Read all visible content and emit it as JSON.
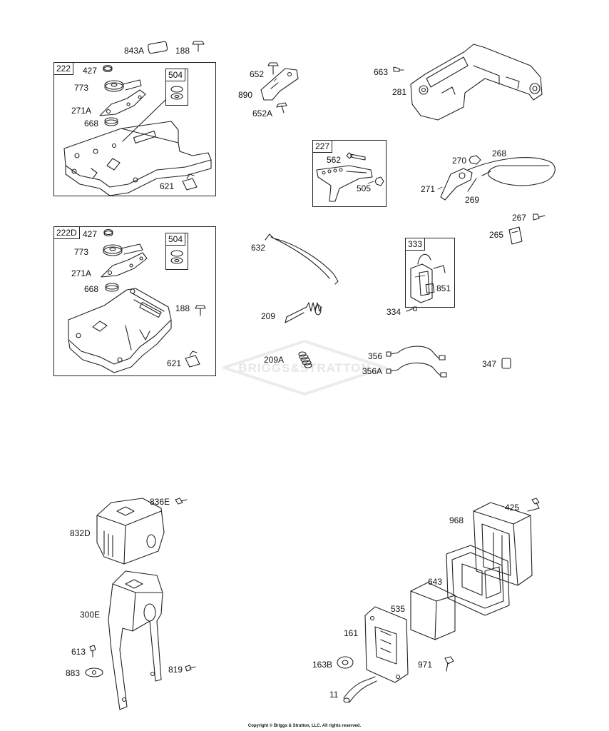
{
  "diagram": {
    "boxes": [
      {
        "id": "box-222",
        "label": "222"
      },
      {
        "id": "box-504-a",
        "label": "504"
      },
      {
        "id": "box-222D",
        "label": "222D"
      },
      {
        "id": "box-504-b",
        "label": "504"
      },
      {
        "id": "box-227",
        "label": "227"
      },
      {
        "id": "box-333",
        "label": "333"
      }
    ],
    "labels": {
      "p843A": "843A",
      "p188a": "188",
      "p427a": "427",
      "p773a": "773",
      "p271Aa": "271A",
      "p668a": "668",
      "p621a": "621",
      "p427b": "427",
      "p773b": "773",
      "p271Ab": "271A",
      "p668b": "668",
      "p188b": "188",
      "p621b": "621",
      "p652": "652",
      "p890": "890",
      "p652A": "652A",
      "p663": "663",
      "p281": "281",
      "p562": "562",
      "p505": "505",
      "p270": "270",
      "p268": "268",
      "p271": "271",
      "p269": "269",
      "p267": "267",
      "p265": "265",
      "p632": "632",
      "p209": "209",
      "p209A": "209A",
      "p851": "851",
      "p334": "334",
      "p356": "356",
      "p356A": "356A",
      "p347": "347",
      "p836E": "836E",
      "p832D": "832D",
      "p300E": "300E",
      "p613": "613",
      "p883": "883",
      "p819": "819",
      "p425": "425",
      "p968": "968",
      "p643": "643",
      "p535": "535",
      "p161": "161",
      "p971": "971",
      "p163B": "163B",
      "p11": "11"
    },
    "watermark": "BRIGGS&STRATTON",
    "copyright": "Copyright © Briggs & Stratton, LLC. All rights reserved."
  }
}
